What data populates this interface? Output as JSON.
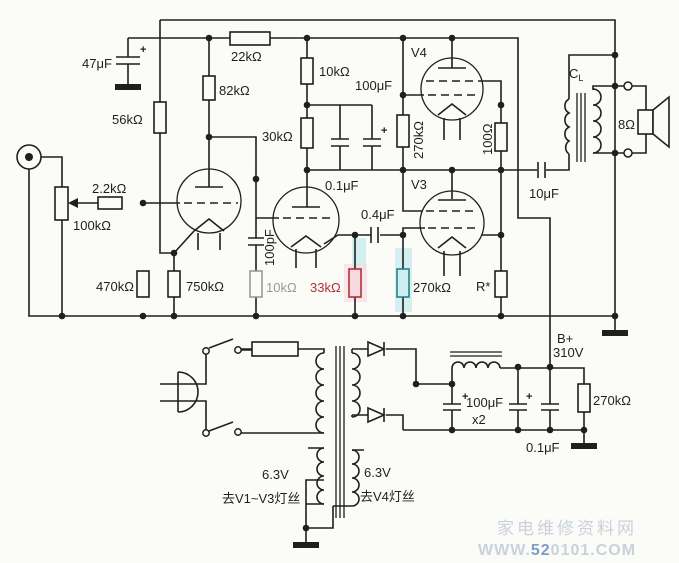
{
  "labels": {
    "c47": "47μF",
    "plus": "+",
    "r22k": "22kΩ",
    "r82k": "82kΩ",
    "r56k": "56kΩ",
    "r10k_top": "10kΩ",
    "c100u": "100μF",
    "r30k": "30kΩ",
    "v4": "V4",
    "r270k_v4": "270kΩ",
    "r100": "100Ω",
    "cl_main": "C",
    "cl_sub": "L",
    "spk8": "8Ω",
    "r2_2k": "2.2kΩ",
    "pot100k": "100kΩ",
    "c0_1u": "0.1μF",
    "v3": "V3",
    "c0_4u": "0.4μF",
    "c100p": "100pF",
    "r470k": "470kΩ",
    "r750k": "750kΩ",
    "r10k_gray": "10kΩ",
    "r33k": "33kΩ",
    "r270k_v3": "270kΩ",
    "r_star": "R*",
    "c10u": "10μF",
    "bplus": "B+",
    "b310": "310V",
    "r270k_psu": "270kΩ",
    "c100u_psu": "100μF",
    "x2": "x2",
    "c0_1u_psu": "0.1μF",
    "v63_left": "6.3V",
    "v63_right": "6.3V",
    "fil_left": "去V1~V3灯丝",
    "fil_right": "去V4灯丝"
  },
  "watermark": {
    "site": "家电维修资料网",
    "url_prefix": "WWW.",
    "url_mid": "52",
    "url_suffix": "0101.COM"
  },
  "colors": {
    "line": "#1f1f1f",
    "background": "#fbfbf8",
    "highlight_red": "#b3303a",
    "highlight_pink": "#f6dadf",
    "highlight_cyan": "#bfe8ea",
    "faded_gray": "#9a9a9a",
    "watermark": "#c9d2dc",
    "watermark_accent": "#7d9cc8"
  }
}
